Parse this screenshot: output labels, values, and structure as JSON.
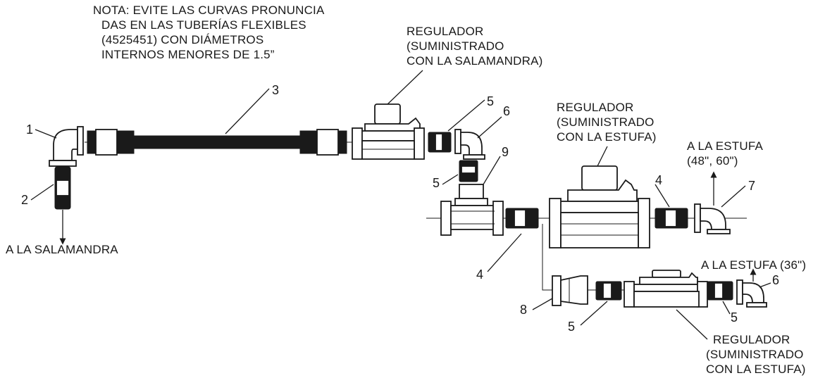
{
  "note": {
    "lines": [
      "NOTA: EVITE LAS CURVAS PRONUNCIA",
      "DAS EN LAS TUBERÍAS FLEXIBLES",
      "(4525451) CON DIÁMETROS",
      "INTERNOS MENORES DE 1.5”"
    ]
  },
  "labels": {
    "reg_top": [
      "REGULADOR",
      "(SUMINISTRADO",
      "CON LA SALAMANDRA)"
    ],
    "reg_middle": [
      "REGULADOR",
      "(SUMINISTRADO",
      "CON LA ESTUFA)"
    ],
    "reg_bottom": [
      "REGULADOR",
      "(SUMINISTRADO",
      "CON LA ESTUFA)"
    ],
    "to_heater": "A LA SALAMANDRA",
    "to_stove_large": [
      "A LA ESTUFA",
      "(48\", 60\")"
    ],
    "to_stove_small": "A LA ESTUFA (36\")"
  },
  "callouts": {
    "c1": "1",
    "c2": "2",
    "c3": "3",
    "c4a": "4",
    "c4b": "4",
    "c5a": "5",
    "c5b": "5",
    "c5c": "5",
    "c5d": "5",
    "c6a": "6",
    "c6b": "6",
    "c7": "7",
    "c8": "8",
    "c9": "9"
  }
}
